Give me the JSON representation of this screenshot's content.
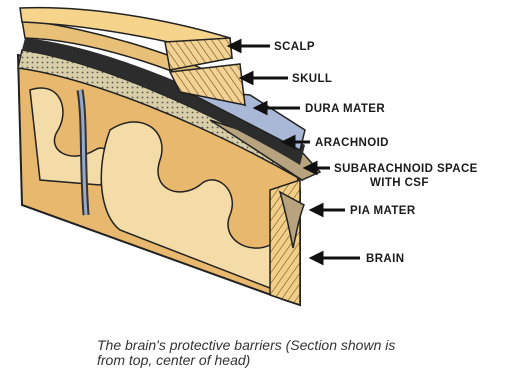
{
  "diagram": {
    "labels": {
      "scalp": "SCALP",
      "skull": "SKULL",
      "dura_mater": "DURA MATER",
      "arachnoid": "ARACHNOID",
      "subarachnoid_line1": "SUBARACHNOID  SPACE",
      "subarachnoid_line2": "WITH CSF",
      "pia_mater": "PIA MATER",
      "brain": "BRAIN"
    },
    "colors": {
      "scalp": "#f6d48b",
      "skull": "#e8c078",
      "dura_mater": "#aab8d8",
      "arachnoid": "#b7a37e",
      "brain": "#e7b86d",
      "white_matter": "#f4dca8",
      "outline": "#222222"
    }
  },
  "caption": {
    "line1": "The brain's protective barriers (Section shown is",
    "line2": "from top, center of head)"
  }
}
